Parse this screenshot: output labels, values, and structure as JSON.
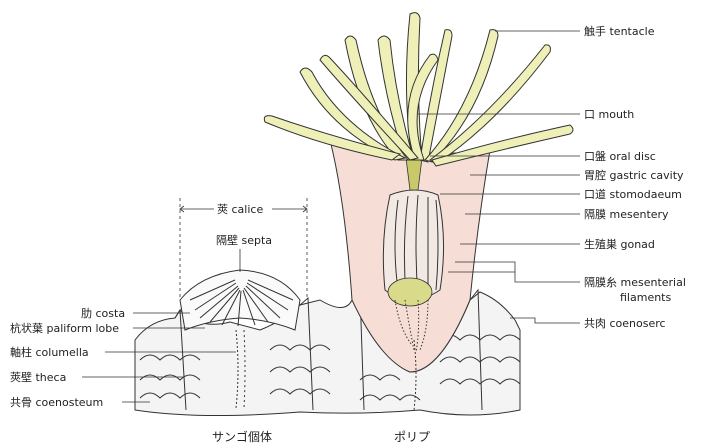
{
  "labels": {
    "tentacle": "触手 tentacle",
    "mouth": "口 mouth",
    "oral_disc": "口盤 oral disc",
    "gastric_cavity": "胃腔 gastric cavity",
    "stomodaeum": "口道 stomodaeum",
    "mesentery": "隔膜 mesentery",
    "gonad": "生殖巣 gonad",
    "mesenterial_filaments_1": "隔膜糸 mesenterial",
    "mesenterial_filaments_2": "filaments",
    "coenoserc": "共肉 coenoserc",
    "calice": "莢 calice",
    "septa": "隔壁 septa",
    "costa": "肋 costa",
    "paliform_lobe": "杭状葉 paliform lobe",
    "columella": "軸柱 columella",
    "theca": "莢壁 theca",
    "coenosteum": "共骨 coenosteum"
  },
  "captions": {
    "coral_individual": "サンゴ個体",
    "polyp": "ポリプ"
  },
  "colors": {
    "tentacle_fill": "#eef0b8",
    "tentacle_tip": "#fbfbe6",
    "body_fill": "#f6ded6",
    "skeleton_fill": "#f4f4f4",
    "stomodaeum_fill": "#f2e9e4",
    "gonad_fill": "#d9da8a"
  }
}
